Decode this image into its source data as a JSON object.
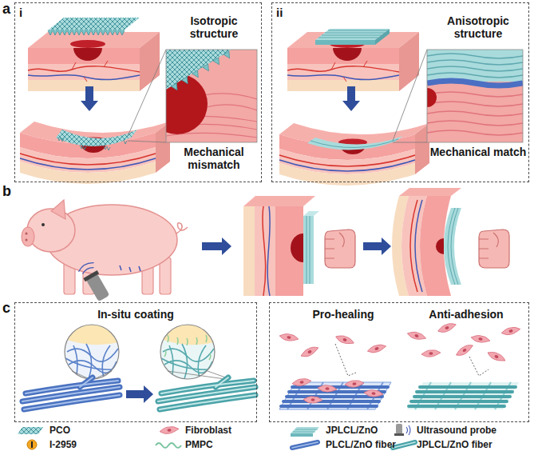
{
  "diagram": {
    "nodes": [
      {
        "text": [
          "i",
          "Isotropic structure",
          "Mechanical mismatch"
        ]
      },
      {
        "text": [
          "ii",
          "Anisotropic structure",
          "Mechanical match"
        ]
      },
      {
        "text": [
          "In-situ coating"
        ]
      },
      {
        "text": [
          "Pro-healing",
          "Anti-adhesion"
        ]
      }
    ],
    "labels": [
      "a",
      "b",
      "c"
    ],
    "legend": [
      {
        "text": "PCO"
      },
      {
        "text": "Fibroblast"
      },
      {
        "text": "JPLCL/ZnO"
      },
      {
        "text": "Ultrasound probe"
      },
      {
        "text": "I-2959"
      },
      {
        "text": "PMPC"
      },
      {
        "text": "PLCL/ZnO fiber"
      },
      {
        "text": "JPLCL/ZnO fiber"
      }
    ]
  }
}
